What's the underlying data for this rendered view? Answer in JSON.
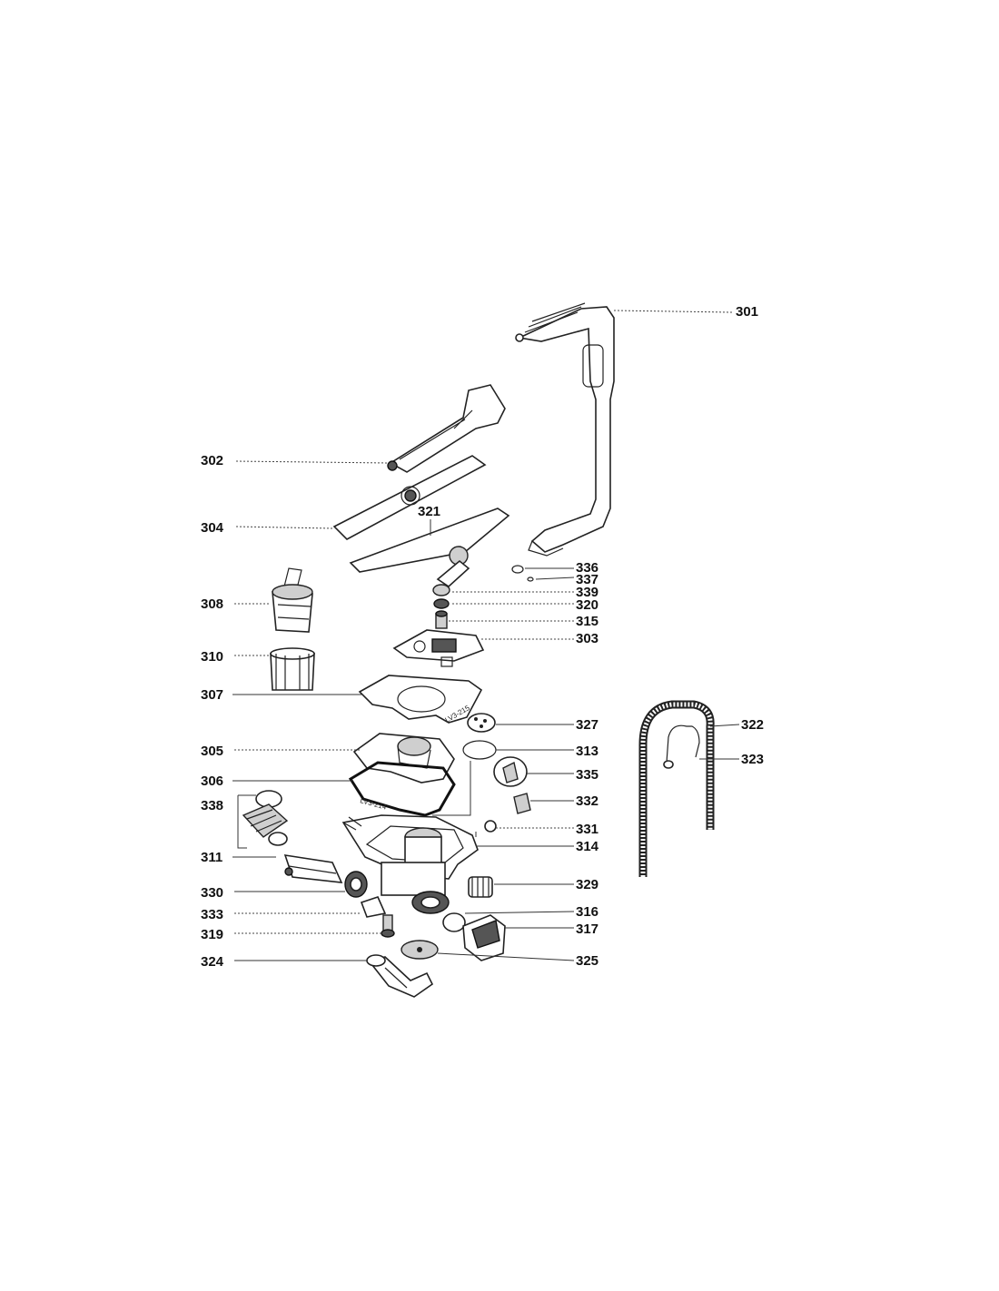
{
  "labels": {
    "301": "301",
    "302": "302",
    "303": "303",
    "304": "304",
    "305": "305",
    "306": "306",
    "307": "307",
    "308": "308",
    "310": "310",
    "311": "311",
    "313": "313",
    "314": "314",
    "315": "315",
    "316": "316",
    "317": "317",
    "319": "319",
    "320": "320",
    "321": "321",
    "322": "322",
    "323": "323",
    "324": "324",
    "325": "325",
    "327": "327",
    "329": "329",
    "330": "330",
    "331": "331",
    "332": "332",
    "333": "333",
    "335": "335",
    "336": "336",
    "337": "337",
    "338": "338",
    "339": "339"
  },
  "part_markings": {
    "gasket_307": "LV3-215",
    "gasket_306": "LV3-214"
  }
}
